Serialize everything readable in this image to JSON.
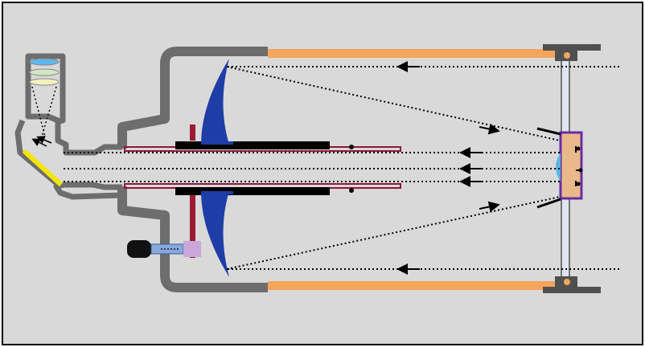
{
  "colors": {
    "background": "#ffffff",
    "panel": "#d9d9d9",
    "frame": "#000000",
    "body_gray": "#6d6d6d",
    "tube_orange": "#f5a55c",
    "primary_mirror_blue": "#1f3da6",
    "baffle_black": "#000000",
    "baffle_outline": "#8b1a3a",
    "focuser_red": "#9b1b30",
    "diagonal_yellow": "#f2e600",
    "corrector_plate": "#dfe6f0",
    "corrector_cell": "#505050",
    "secondary_holder_purple": "#6a2aa6",
    "secondary_holder_fill": "#e9b98a",
    "secondary_mirror_blue": "#5ab4e6",
    "eyepiece_lens_blue": "#5cb8ea",
    "eyepiece_lens_green": "#cfe8c3",
    "eyepiece_lens_yellow": "#f3f0c0",
    "focus_knob_black": "#111111",
    "focus_shaft_blue": "#8aa8d8",
    "focus_collar_lilac": "#c9a8d9",
    "ray_color": "#000000"
  },
  "components": [
    {
      "name": "corrector-plate",
      "icon": "corrector-plate-icon"
    },
    {
      "name": "optical-tube",
      "icon": "tube-icon"
    },
    {
      "name": "primary-mirror",
      "icon": "concave-mirror-icon"
    },
    {
      "name": "secondary-mirror",
      "icon": "convex-mirror-icon"
    },
    {
      "name": "central-baffle",
      "icon": "baffle-icon"
    },
    {
      "name": "star-diagonal",
      "icon": "diagonal-mirror-icon"
    },
    {
      "name": "eyepiece",
      "icon": "lens-stack-icon"
    },
    {
      "name": "focus-knob",
      "icon": "knob-icon"
    }
  ],
  "light_paths": {
    "style": "dotted",
    "direction_marker": "arrowhead",
    "paths_traced": [
      "incoming-upper",
      "incoming-lower",
      "reflected-to-secondary",
      "axial-to-eyepiece"
    ]
  }
}
